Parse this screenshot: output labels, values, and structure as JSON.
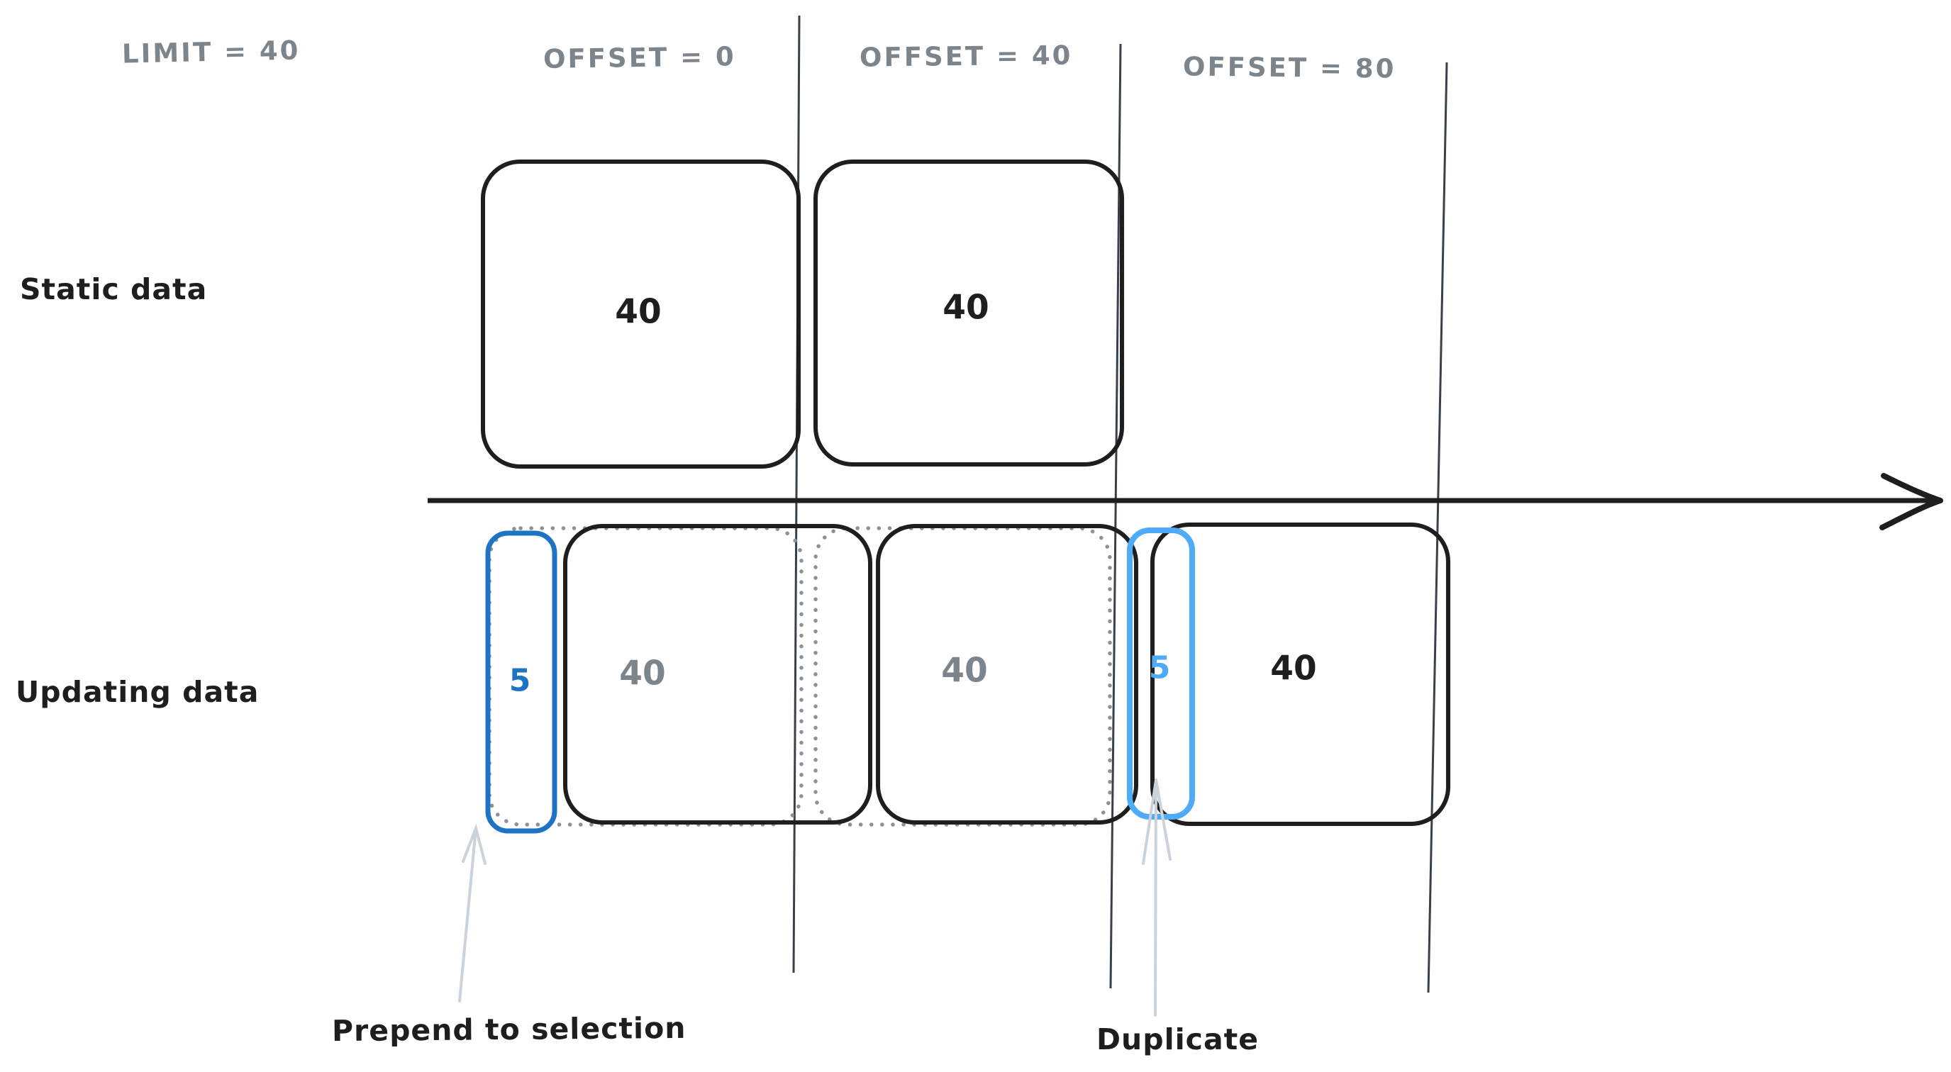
{
  "header": {
    "limit": "LIMIT = 40",
    "offsets": [
      {
        "label": "OFFSET = 0"
      },
      {
        "label": "OFFSET = 40"
      },
      {
        "label": "OFFSET = 80"
      }
    ]
  },
  "rows": {
    "static": {
      "label": "Static data",
      "pages": [
        {
          "count": "40"
        },
        {
          "count": "40"
        }
      ]
    },
    "updating": {
      "label": "Updating data",
      "prepend_block": {
        "count": "5"
      },
      "pages": [
        {
          "count": "40"
        },
        {
          "count": "40"
        },
        {
          "count": "40"
        }
      ],
      "duplicate_block": {
        "count": "5"
      }
    }
  },
  "annotations": {
    "prepend": "Prepend to selection",
    "duplicate": "Duplicate"
  },
  "colors": {
    "ink": "#1e1e1e",
    "muted_text": "#7c848c",
    "divider": "#3a4047",
    "dotted_ghost": "#8a9199",
    "blue_dark": "#1d74c5",
    "blue_light": "#4dabf7",
    "annotation_arrow": "#ccd2d9"
  }
}
